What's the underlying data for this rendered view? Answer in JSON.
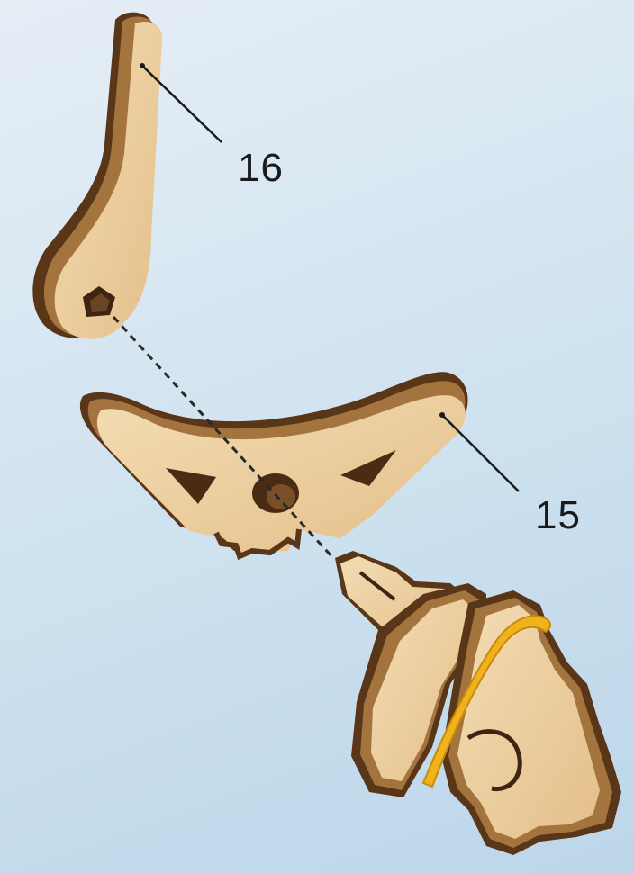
{
  "diagram": {
    "callouts": [
      {
        "id": "16",
        "text": "16"
      },
      {
        "id": "15",
        "text": "15"
      }
    ],
    "colors": {
      "background": "#d2e4f0",
      "wood_face": "#f0d5a8",
      "wood_light": "#e7c48f",
      "wood_edge_light": "#a4743f",
      "wood_edge_dark": "#5a3619",
      "rubber_band": "#f2b21c",
      "leader_line": "#1a1a1a"
    }
  }
}
